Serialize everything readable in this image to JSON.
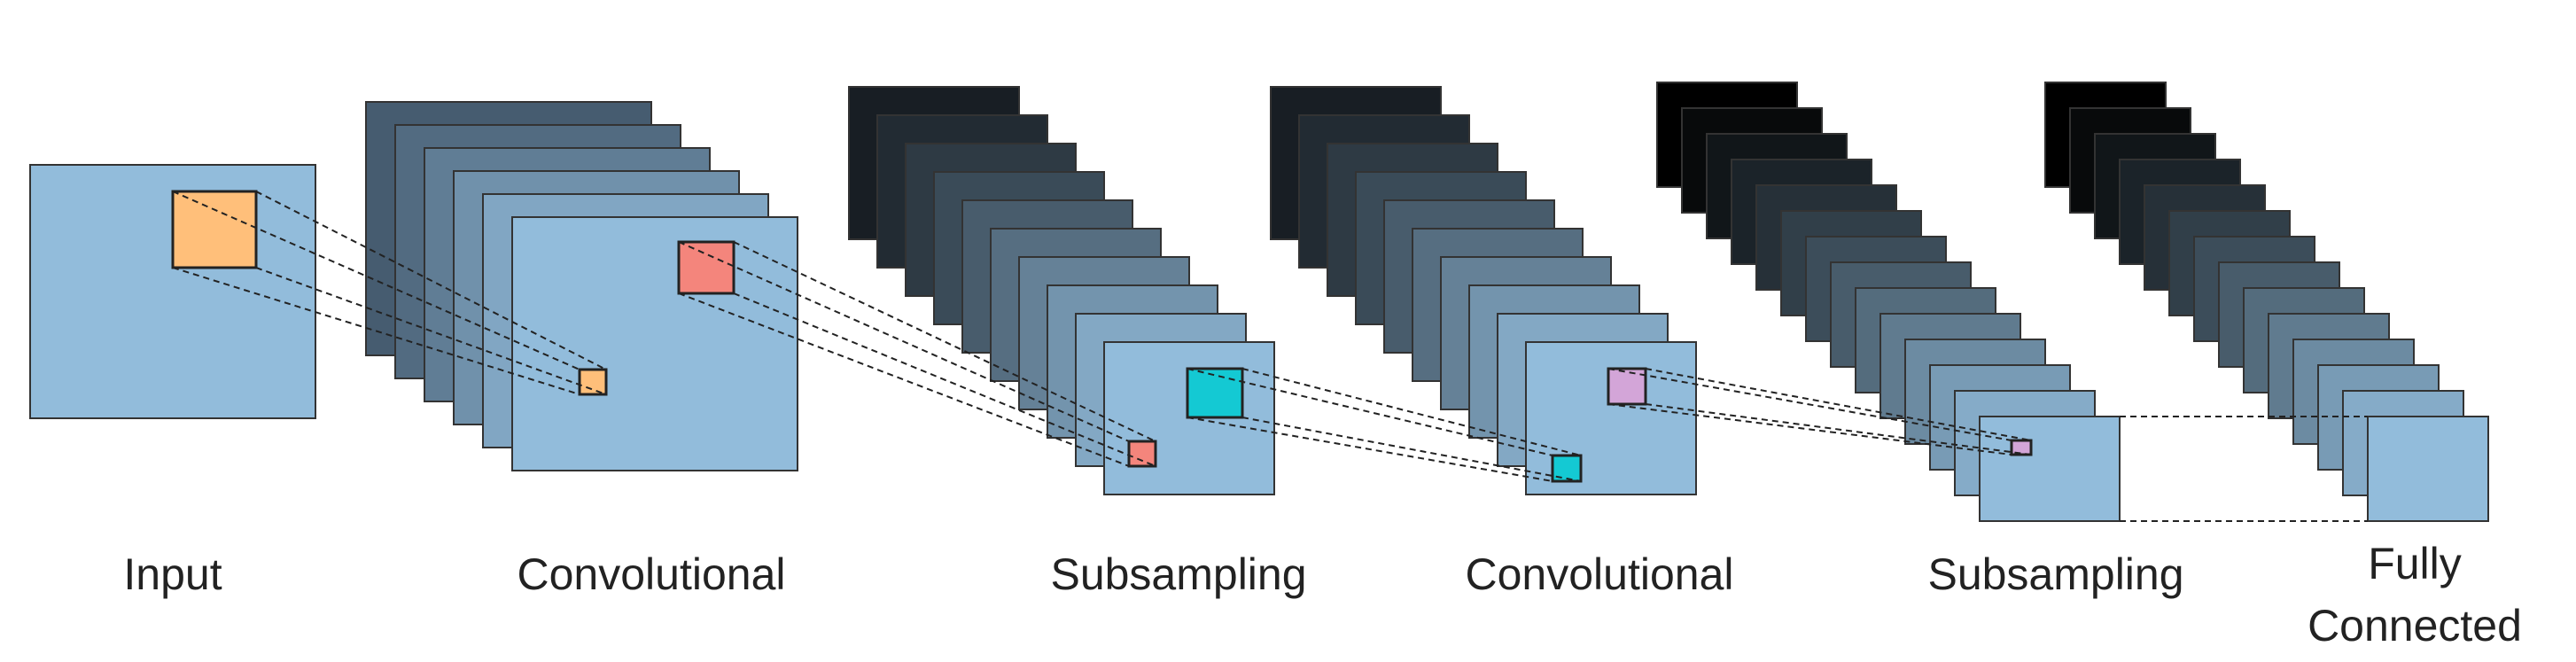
{
  "labels": {
    "input": "Input",
    "convolutional_1": "Convolutional",
    "subsampling_1": "Subsampling",
    "convolutional_2": "Convolutional",
    "subsampling_2": "Subsampling",
    "fully_line1": "Fully",
    "fully_line2": "Connected"
  },
  "colors": {
    "map_fill": "#92bcdb",
    "map_stroke": "#333333",
    "patch_orange": "#ffbf7a",
    "patch_red": "#f4857c",
    "patch_cyan": "#14c9d3",
    "patch_purple": "#d3a5d8",
    "dashed_line": "#222222"
  },
  "layers": [
    {
      "name": "input",
      "maps": 1
    },
    {
      "name": "convolutional_1",
      "maps": 6
    },
    {
      "name": "subsampling_1",
      "maps": 10
    },
    {
      "name": "convolutional_2",
      "maps": 10
    },
    {
      "name": "subsampling_2",
      "maps": 14
    },
    {
      "name": "fully_connected",
      "maps": 14
    }
  ]
}
